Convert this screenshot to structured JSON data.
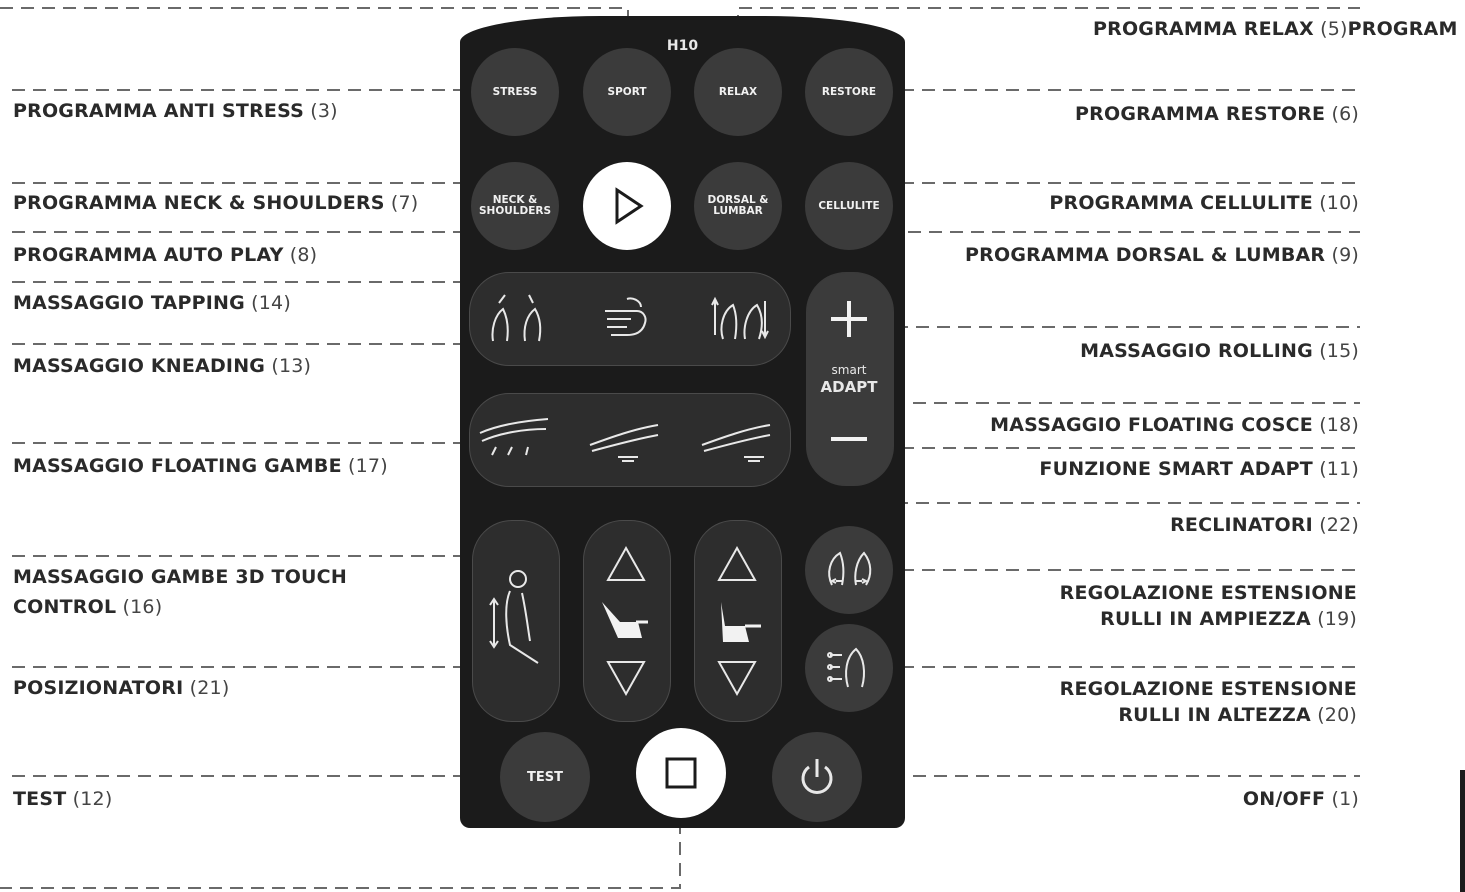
{
  "remote": {
    "model": "H10",
    "buttons": {
      "stress": "STRESS",
      "sport": "SPORT",
      "relax": "RELAX",
      "restore": "RESTORE",
      "neck_shoulders": "NECK & SHOULDERS",
      "dorsal_lumbar": "DORSAL & LUMBAR",
      "cellulite": "CELLULITE",
      "test": "TEST"
    },
    "smart_adapt": {
      "line1": "smart",
      "line2": "ADAPT"
    },
    "icons": {
      "play": "play-icon",
      "stop": "stop-icon",
      "power": "power-icon",
      "tapping": "tapping-hands-icon",
      "kneading": "kneading-hand-icon",
      "rolling": "rolling-hands-icon",
      "plus": "plus-icon",
      "minus": "minus-icon",
      "floating_legs": "floating-legs-icon",
      "floating_thighs_1": "floating-thighs-icon",
      "floating_thighs_2": "floating-thighs-icon",
      "touch3d": "3d-touch-body-icon",
      "reclinator_up": "triangle-up-icon",
      "reclinator_down": "triangle-down-icon",
      "positioner_up": "triangle-up-icon",
      "positioner_down": "triangle-down-icon",
      "width_roller": "roller-width-icon",
      "height_roller": "roller-height-icon"
    }
  },
  "labels_left": [
    {
      "bold": "PROGRAMMA ANTI STRESS",
      "num": "(3)"
    },
    {
      "bold": "PROGRAMMA NECK & SHOULDERS",
      "num": "(7)"
    },
    {
      "bold": "PROGRAMMA AUTO PLAY",
      "num": "(8)"
    },
    {
      "bold": "MASSAGGIO TAPPING",
      "num": "(14)"
    },
    {
      "bold": "MASSAGGIO KNEADING",
      "num": "(13)"
    },
    {
      "bold": "MASSAGGIO FLOATING GAMBE",
      "num": "(17)"
    },
    {
      "bold": "MASSAGGIO GAMBE 3D TOUCH",
      "bold2": "CONTROL",
      "num": "(16)"
    },
    {
      "bold": "POSIZIONATORI",
      "num": "(21)"
    },
    {
      "bold": "TEST",
      "num": "(12)"
    }
  ],
  "labels_right": [
    {
      "bold": "PROGRAMMA RELAX",
      "num": "(5)",
      "tail": "PROGRAM"
    },
    {
      "bold": "PROGRAMMA RESTORE",
      "num": "(6)"
    },
    {
      "bold": "PROGRAMMA CELLULITE",
      "num": "(10)"
    },
    {
      "bold": "PROGRAMMA DORSAL & LUMBAR",
      "num": "(9)"
    },
    {
      "bold": "MASSAGGIO ROLLING",
      "num": "(15)"
    },
    {
      "bold": "MASSAGGIO FLOATING COSCE",
      "num": "(18)"
    },
    {
      "bold": "FUNZIONE SMART ADAPT",
      "num": "(11)"
    },
    {
      "bold": "RECLINATORI",
      "num": "(22)"
    },
    {
      "bold": "REGOLAZIONE ESTENSIONE",
      "bold2": "RULLI IN AMPIEZZA",
      "num": "(19)"
    },
    {
      "bold": "REGOLAZIONE ESTENSIONE",
      "bold2": "RULLI IN ALTEZZA",
      "num": "(20)"
    },
    {
      "bold": "ON/OFF",
      "num": "(1)"
    }
  ]
}
